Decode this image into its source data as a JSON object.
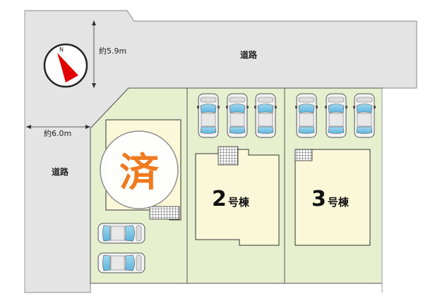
{
  "map": {
    "road_label": "道路",
    "north_label": "N",
    "widths": {
      "top_road": "約5.9m",
      "left_road": "約6.0m"
    },
    "sold_mark": "済",
    "buildings": [
      {
        "number": "2",
        "suffix": "号棟"
      },
      {
        "number": "3",
        "suffix": "号棟"
      }
    ],
    "colors": {
      "road": "#e4e4e4",
      "lot": "#e6f0cf",
      "house": "#fbf8d9",
      "sold_mark": "#f07a1f",
      "compass_arrow": "#e20000"
    }
  }
}
